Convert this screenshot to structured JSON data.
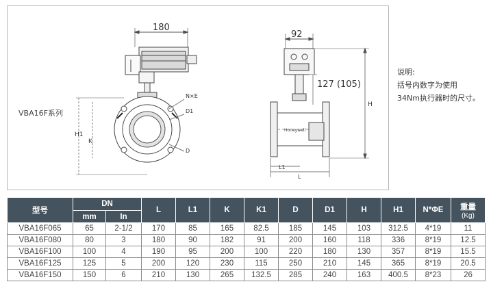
{
  "drawing": {
    "series_label": "VBA16F系列",
    "dims": {
      "width_180": "180",
      "width_92": "92",
      "height_127": "127 (105)",
      "H": "H",
      "H1": "H1",
      "K": "K",
      "L1": "L1",
      "L": "L",
      "NxE": "N×E",
      "D1": "D1",
      "D": "D",
      "brand": "Honeywell"
    }
  },
  "note": {
    "title": "说明:",
    "line1": "括号内数字为使用",
    "line2": "34Nm执行器时的尺寸。"
  },
  "table": {
    "headers": {
      "model": "型号",
      "dn": "DN",
      "mm": "mm",
      "in": "In",
      "L": "L",
      "L1": "L1",
      "K": "K",
      "K1": "K1",
      "D": "D",
      "D1": "D1",
      "H": "H",
      "H1": "H1",
      "NxPhiE": "N*ΦE",
      "weight": "重量",
      "weight_unit": "(Kg)"
    },
    "rows": [
      [
        "VBA16F065",
        "65",
        "2-1/2",
        "170",
        "85",
        "165",
        "82.5",
        "185",
        "145",
        "103",
        "312.5",
        "4*19",
        "11"
      ],
      [
        "VBA16F080",
        "80",
        "3",
        "180",
        "90",
        "182",
        "91",
        "200",
        "160",
        "118",
        "336",
        "8*19",
        "12.5"
      ],
      [
        "VBA16F100",
        "100",
        "4",
        "190",
        "95",
        "200",
        "100",
        "220",
        "180",
        "130",
        "357",
        "8*19",
        "15.5"
      ],
      [
        "VBA16F125",
        "125",
        "5",
        "200",
        "120",
        "230",
        "115",
        "250",
        "210",
        "145",
        "365",
        "8*19",
        "20.5"
      ],
      [
        "VBA16F150",
        "150",
        "6",
        "210",
        "130",
        "265",
        "132.5",
        "285",
        "240",
        "163",
        "400.5",
        "8*23",
        "26"
      ]
    ]
  }
}
